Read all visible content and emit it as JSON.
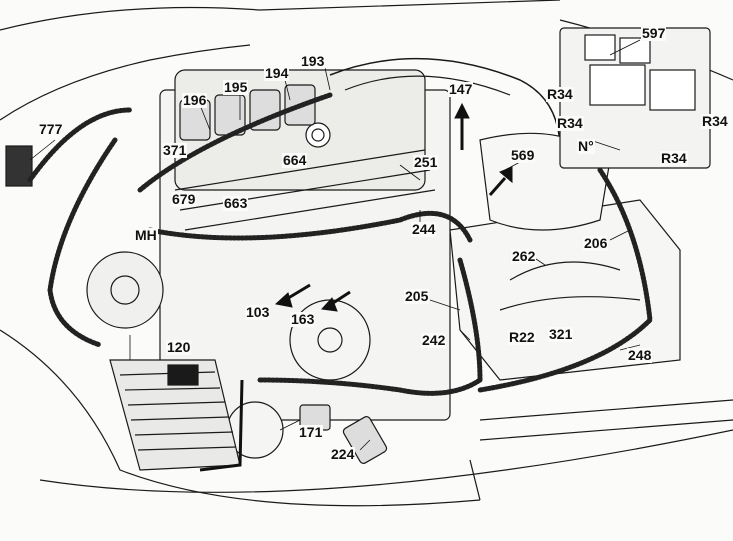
{
  "labels": {
    "l777": "777",
    "l193": "193",
    "l194": "194",
    "l195": "195",
    "l196": "196",
    "l147": "147",
    "l597": "597",
    "r34a": "R34",
    "r34b": "R34",
    "r34c": "R34",
    "r34d": "R34",
    "deg": "N°",
    "l569": "569",
    "l371": "371",
    "l664": "664",
    "l251": "251",
    "l679": "679",
    "l663": "663",
    "l244": "244",
    "mh": "MH",
    "l206": "206",
    "l262": "262",
    "l205": "205",
    "l103": "103",
    "l163": "163",
    "l242": "242",
    "r22": "R22",
    "l321": "321",
    "l120": "120",
    "l248": "248",
    "l171": "171",
    "l224": "224"
  }
}
